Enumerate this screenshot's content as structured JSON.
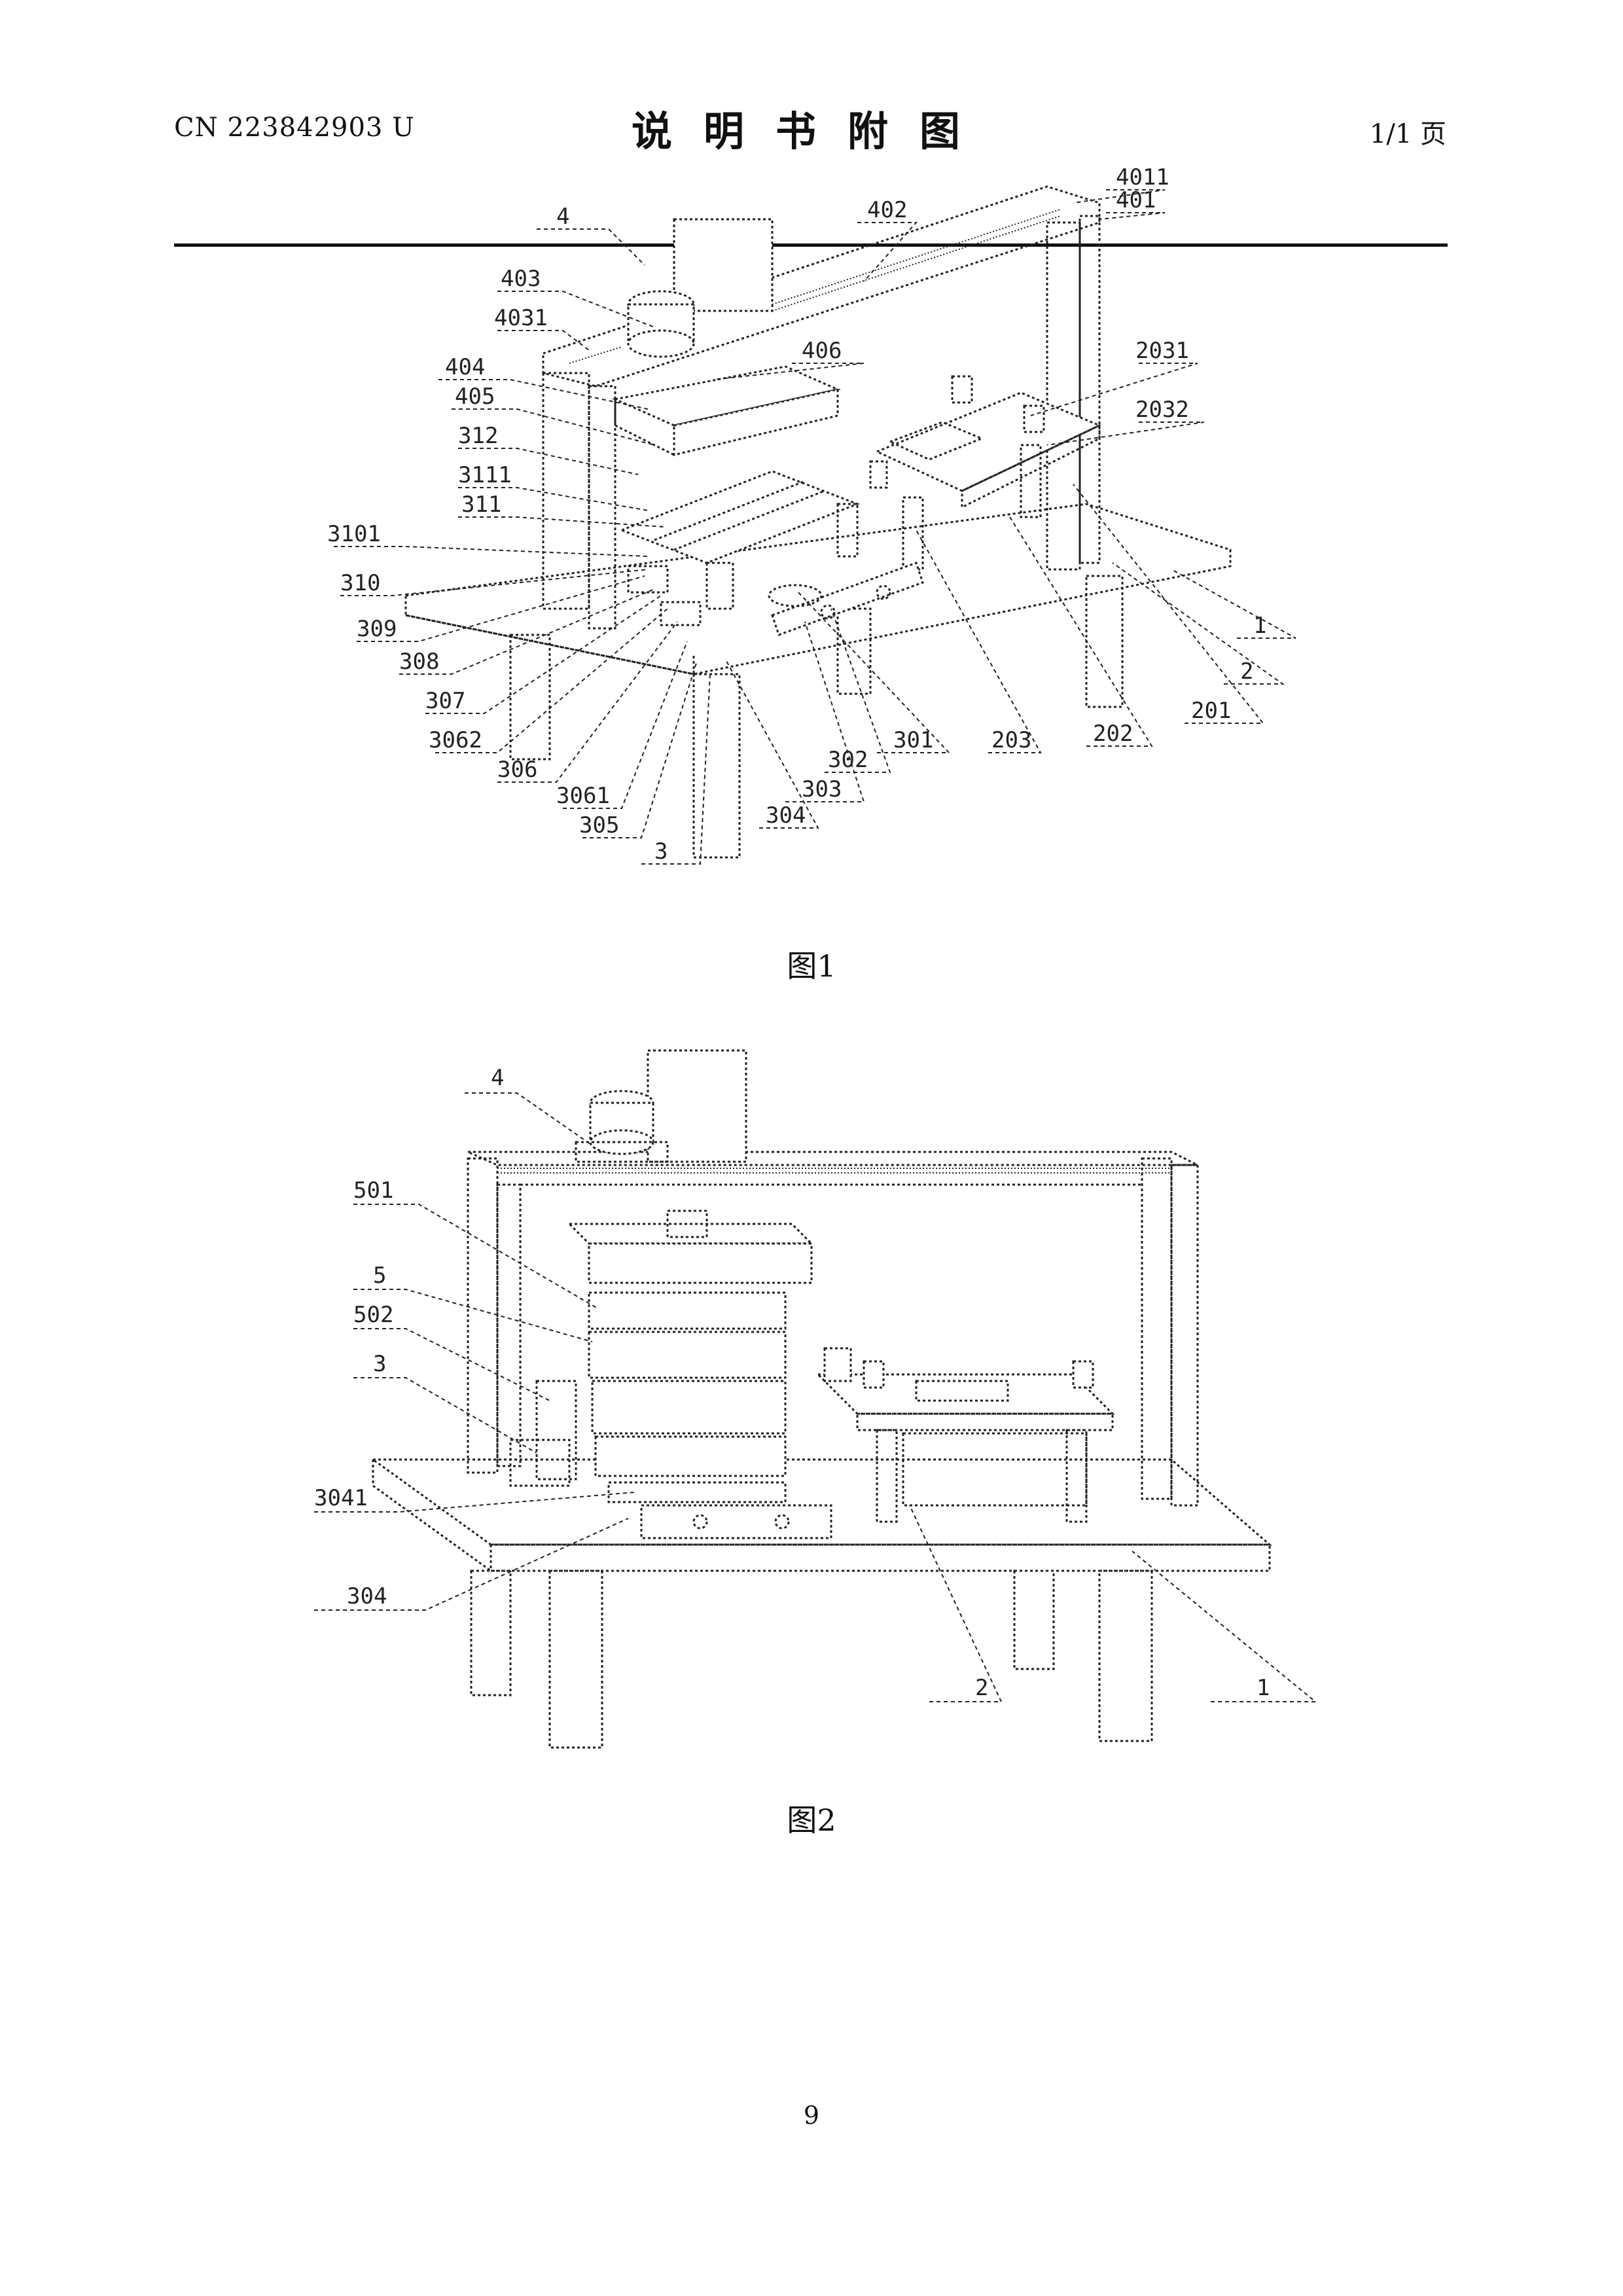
{
  "header": {
    "doc_number": "CN 223842903 U",
    "title": "说明书附图",
    "page_of": "1/1 页"
  },
  "figure1": {
    "caption": "图1",
    "labels": [
      "4",
      "402",
      "4011",
      "401",
      "403",
      "4031",
      "406",
      "2031",
      "404",
      "405",
      "2032",
      "312",
      "3111",
      "311",
      "3101",
      "310",
      "309",
      "308",
      "307",
      "3062",
      "306",
      "3061",
      "305",
      "3",
      "304",
      "303",
      "302",
      "301",
      "203",
      "202",
      "201",
      "2",
      "1"
    ]
  },
  "figure2": {
    "caption": "图2",
    "labels": [
      "4",
      "501",
      "5",
      "502",
      "3",
      "3041",
      "304",
      "2",
      "1"
    ]
  },
  "footer": {
    "page_number": "9"
  }
}
